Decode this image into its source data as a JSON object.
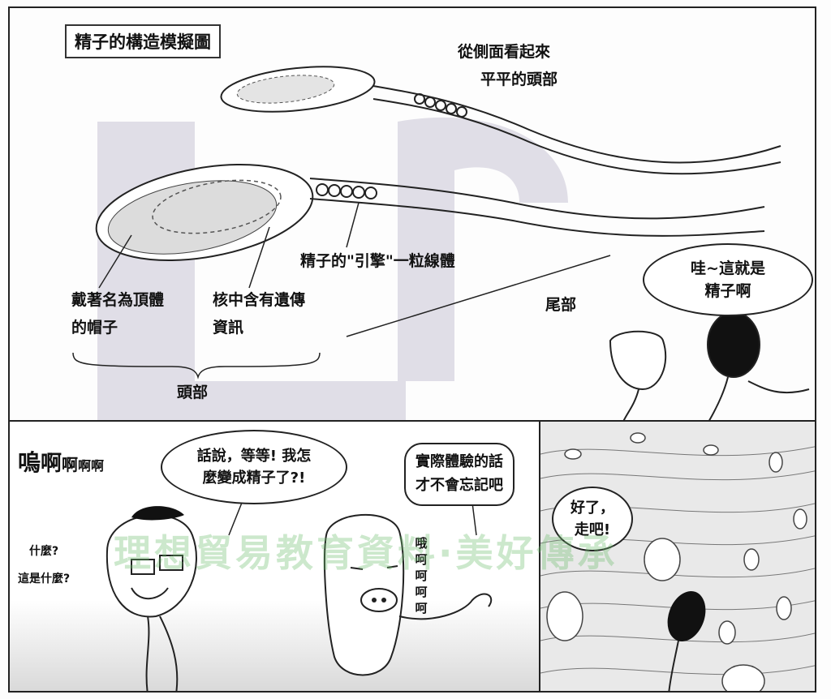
{
  "top_panel": {
    "title": "精子的構造模擬圖",
    "side_view_label": [
      "從側面看起來",
      "平平的頭部"
    ],
    "acrosome_label": [
      "戴著名為頂體",
      "的帽子"
    ],
    "nucleus_label": [
      "核中含有遺傳",
      "資訊"
    ],
    "mitochondria_label": "精子的\"引擎\"一粒線體",
    "tail_label": "尾部",
    "head_label": "頭部",
    "sperm_speech": [
      "哇~這就是",
      "精子啊"
    ]
  },
  "bottom_left_panel": {
    "cry": [
      "嗚",
      "啊",
      "啊",
      "啊啊"
    ],
    "speech_1": [
      "話說，等等! 我怎",
      "麼變成精子了?!"
    ],
    "speech_2": [
      "實際體驗的話",
      "才不會忘記吧"
    ],
    "question": [
      "什麼?",
      "這是什麼?"
    ],
    "laugh": [
      "哦",
      "呵",
      "呵",
      "呵",
      "呵"
    ]
  },
  "bottom_right_panel": {
    "speech": [
      "好了，",
      "走吧!"
    ]
  },
  "watermark_text": "理想貿易教育資料·美好傳承",
  "colors": {
    "watermark_purple": "#b8b2c8",
    "watermark_green": "#8fc98f",
    "ink": "#111111"
  }
}
